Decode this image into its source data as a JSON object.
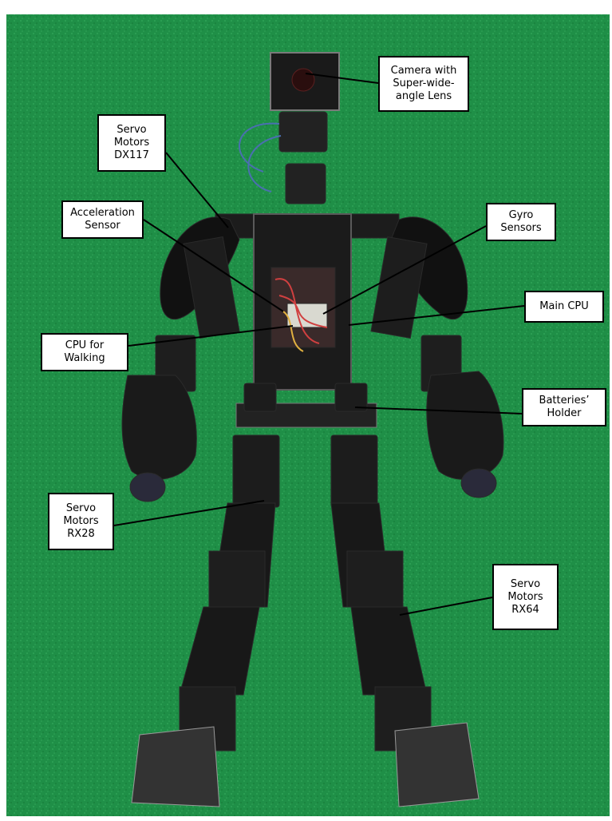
{
  "colors": {
    "turf": "#1f8f47",
    "robot_body": "#141414",
    "label_background": "#ffffff",
    "label_border": "#000000",
    "leader_line": "#000000"
  },
  "labels": [
    {
      "id": "camera",
      "lines": [
        "Camera with",
        "Super-wide-",
        "angle Lens"
      ]
    },
    {
      "id": "servo-dx117",
      "lines": [
        "Servo",
        "Motors",
        "DX117"
      ]
    },
    {
      "id": "acceleration-sensor",
      "lines": [
        "Acceleration",
        "Sensor"
      ]
    },
    {
      "id": "gyro-sensors",
      "lines": [
        "Gyro",
        "Sensors"
      ]
    },
    {
      "id": "main-cpu",
      "lines": [
        "Main CPU"
      ]
    },
    {
      "id": "cpu-walking",
      "lines": [
        "CPU for",
        "Walking"
      ]
    },
    {
      "id": "batteries-holder",
      "lines": [
        "Batteries’",
        "Holder"
      ]
    },
    {
      "id": "servo-rx28",
      "lines": [
        "Servo",
        "Motors",
        "RX28"
      ]
    },
    {
      "id": "servo-rx64",
      "lines": [
        "Servo",
        "Motors",
        "RX64"
      ]
    }
  ]
}
